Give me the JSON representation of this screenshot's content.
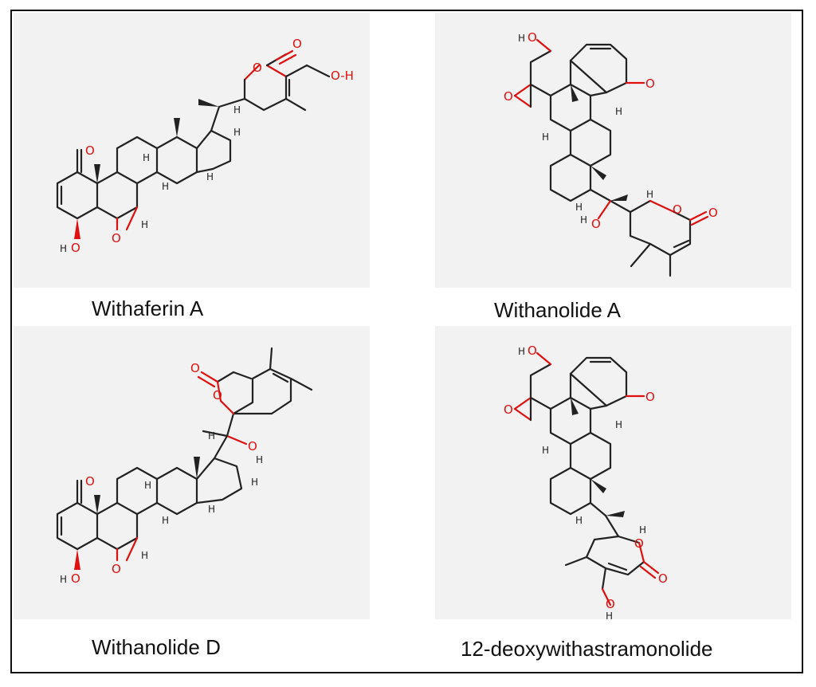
{
  "figure": {
    "compounds": [
      {
        "id": "withaferin-a",
        "caption": "Withaferin A"
      },
      {
        "id": "withanolide-a",
        "caption": "Withanolide A"
      },
      {
        "id": "withanolide-d",
        "caption": "Withanolide D"
      },
      {
        "id": "12-deoxywithastramonolide",
        "caption": "12-deoxywithastramonolide"
      }
    ],
    "atom_labels": {
      "oxygen": "O",
      "hydrogen": "H",
      "hydroxyl_oh": "O-H"
    },
    "colors": {
      "bond": "#222222",
      "oxygen": "#e01010",
      "panel_bg": "#f2f2f2",
      "border": "#111111"
    }
  }
}
